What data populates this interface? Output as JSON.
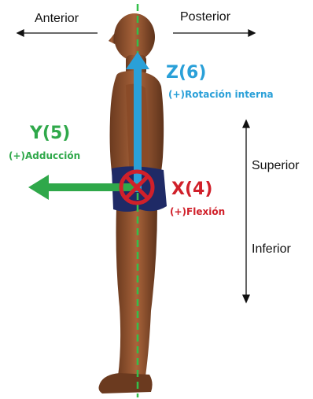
{
  "directions": {
    "anterior": "Anterior",
    "posterior": "Posterior",
    "superior": "Superior",
    "inferior": "Inferior"
  },
  "axes": {
    "z": {
      "label": "Z(6)",
      "desc": "(+)Rotación interna",
      "color": "#2aa0d8"
    },
    "y": {
      "label": "Y(5)",
      "desc": "(+)Adducción",
      "color": "#2fa84a"
    },
    "x": {
      "label": "X(4)",
      "desc": "(+)Flexión",
      "color": "#d0202a"
    }
  },
  "icons": {
    "figure": "standing-human-figure-side-view",
    "midline": "dashed-green-vertical-line"
  }
}
